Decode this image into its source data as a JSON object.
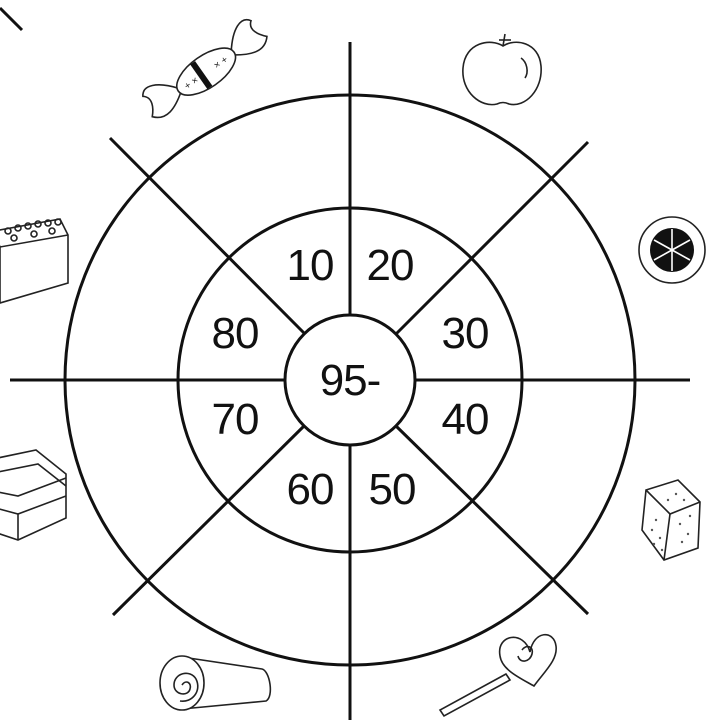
{
  "center": {
    "label": "95-"
  },
  "ring_numbers": [
    "10",
    "20",
    "30",
    "40",
    "50",
    "60",
    "70",
    "80"
  ],
  "decorations": [
    "wrapped-candy",
    "apple",
    "orange-slice",
    "sugar-cube",
    "heart-lollipop",
    "swiss-roll",
    "sandwich",
    "cake-slice"
  ],
  "colors": {
    "ink": "#111111",
    "background": "#ffffff"
  }
}
